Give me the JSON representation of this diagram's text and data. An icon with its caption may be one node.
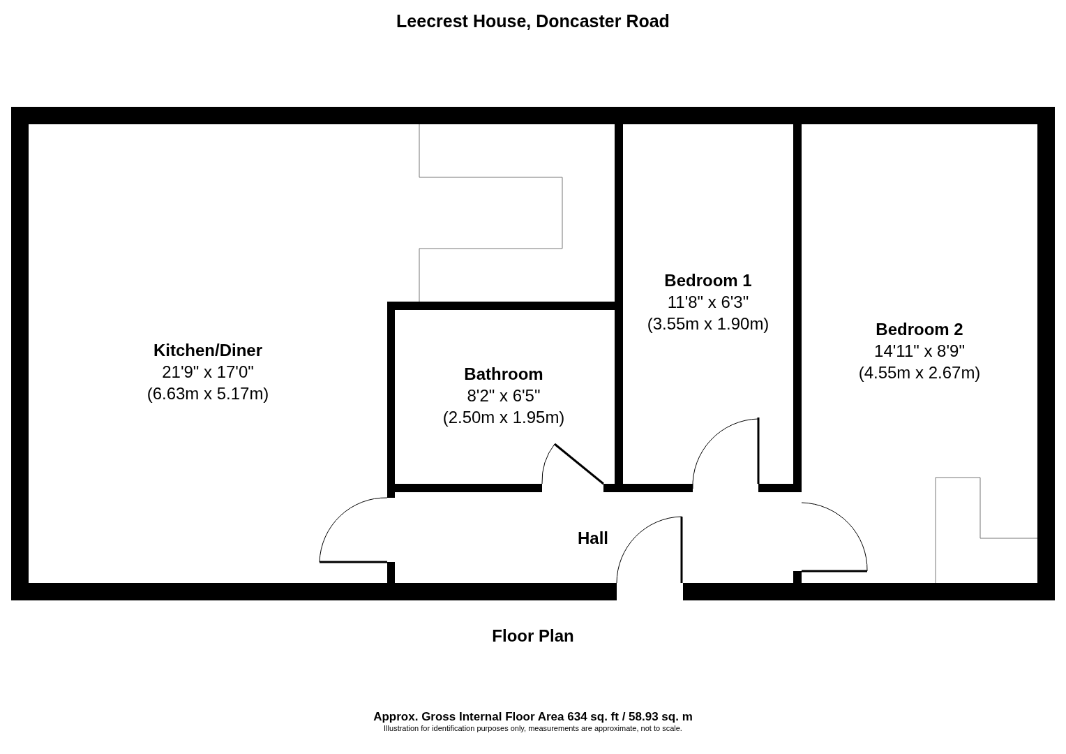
{
  "diagram": {
    "title": "Leecrest House, Doncaster Road",
    "nodes": [
      {
        "text": [
          "Kitchen/Diner",
          "21'9\" x 17'0\"",
          "(6.63m x 5.17m)"
        ]
      },
      {
        "text": [
          "Bathroom",
          "8'2\" x 6'5\"",
          "(2.50m x 1.95m)"
        ]
      },
      {
        "text": [
          "Bedroom 1",
          "11'8\" x 6'3\"",
          "(3.55m x 1.90m)"
        ]
      },
      {
        "text": [
          "Bedroom 2",
          "14'11\" x 8'9\"",
          "(4.55m x 2.67m)"
        ]
      },
      {
        "text": [
          "Hall"
        ]
      }
    ],
    "edges": [],
    "labels": [
      "Floor Plan",
      "Approx. Gross Internal Floor Area 634 sq. ft / 58.93 sq. m",
      "Illustration for identification purposes only, measurements are approximate, not to scale."
    ]
  }
}
